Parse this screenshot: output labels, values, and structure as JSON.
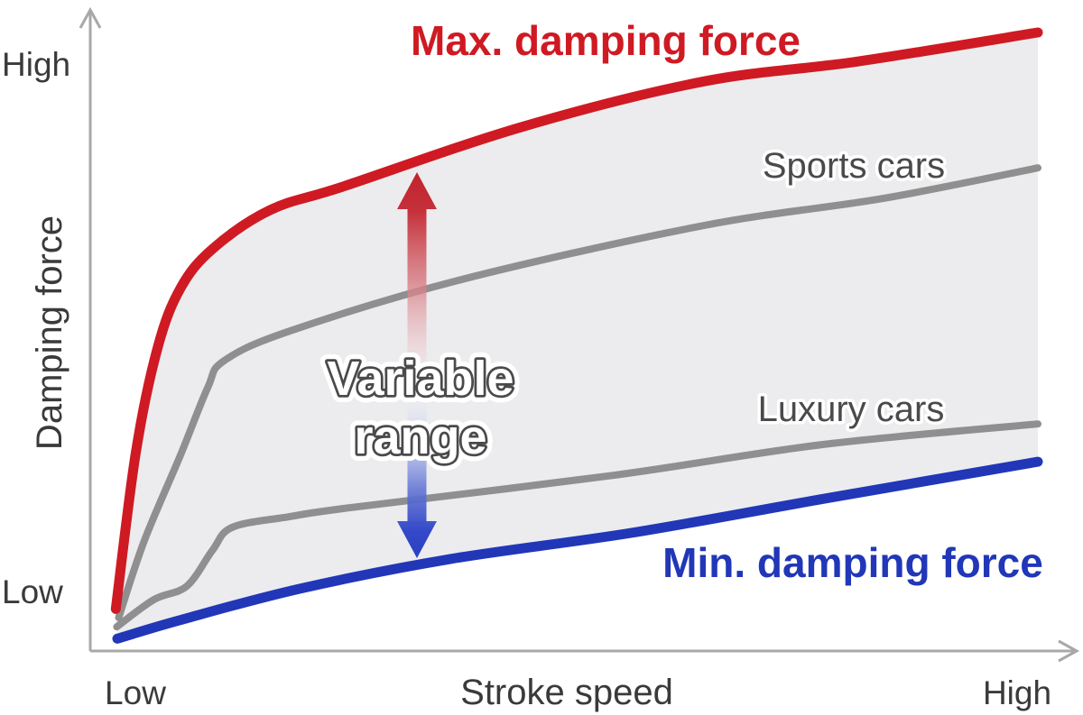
{
  "figure": {
    "y_axis": {
      "label": "Damping force",
      "top_label": "High",
      "bottom_label": "Low"
    },
    "x_axis": {
      "label": "Stroke speed",
      "left_label": "Low",
      "right_label": "High"
    },
    "annotations": {
      "max_label": "Max. damping force",
      "min_label": "Min. damping force",
      "sports_label": "Sports cars",
      "luxury_label": "Luxury cars",
      "variable_line1": "Variable",
      "variable_line2": "range"
    },
    "colors": {
      "max_red": "#cf1a23",
      "min_blue": "#2137b8",
      "curve_gray": "#8f8f8f",
      "area_gray": "#ececee",
      "axis_gray": "#a8a8a8",
      "text_dark": "#3a3a3a",
      "outline_text_fill": "#4a4a4a"
    }
  },
  "chart_data": {
    "type": "line",
    "title": "",
    "xlabel": "Stroke speed",
    "ylabel": "Damping force",
    "axes_numeric": false,
    "x_range_labels": [
      "Low",
      "High"
    ],
    "y_range_labels": [
      "Low",
      "High"
    ],
    "series": [
      {
        "name": "Max. damping force",
        "role": "max",
        "color": "#cf1a23",
        "points": [
          [
            2.7,
            6.8
          ],
          [
            4.8,
            32
          ],
          [
            7.1,
            49
          ],
          [
            9.5,
            58.6
          ],
          [
            12.9,
            65
          ],
          [
            19,
            71.3
          ],
          [
            26.7,
            75.1
          ],
          [
            45.7,
            84.8
          ],
          [
            64.8,
            92.1
          ],
          [
            81,
            95.3
          ],
          [
            100,
            100
          ]
        ]
      },
      {
        "name": "Sports cars",
        "role": "sports",
        "color": "#8f8f8f",
        "points": [
          [
            3.0,
            5.4
          ],
          [
            5.7,
            17.8
          ],
          [
            9.5,
            31.6
          ],
          [
            12.4,
            42.6
          ],
          [
            14.1,
            46.9
          ],
          [
            21,
            51.7
          ],
          [
            39.3,
            60.1
          ],
          [
            64.8,
            68.8
          ],
          [
            83.8,
            73.2
          ],
          [
            100,
            78.1
          ]
        ]
      },
      {
        "name": "Luxury cars",
        "role": "luxury",
        "color": "#8f8f8f",
        "points": [
          [
            2.8,
            3.9
          ],
          [
            6.7,
            8.3
          ],
          [
            10.2,
            10.5
          ],
          [
            12.9,
            16.3
          ],
          [
            15,
            20
          ],
          [
            21,
            21.7
          ],
          [
            27.6,
            23.2
          ],
          [
            55.2,
            28.4
          ],
          [
            77.4,
            33.4
          ],
          [
            100,
            36.7
          ]
        ]
      },
      {
        "name": "Min. damping force",
        "role": "min",
        "color": "#2137b8",
        "points": [
          [
            2.86,
            2.0
          ],
          [
            9.5,
            5.0
          ],
          [
            22.2,
            10.1
          ],
          [
            38.1,
            14.9
          ],
          [
            57.1,
            19.1
          ],
          [
            77.4,
            24.6
          ],
          [
            100,
            30.6
          ]
        ]
      }
    ],
    "area_between": [
      "Max. damping force",
      "Min. damping force"
    ],
    "annotation_arrow": {
      "label": "Variable range",
      "from": "Min. damping force",
      "to": "Max. damping force",
      "gradient": [
        "#c1232e",
        "#2940c4"
      ]
    }
  }
}
